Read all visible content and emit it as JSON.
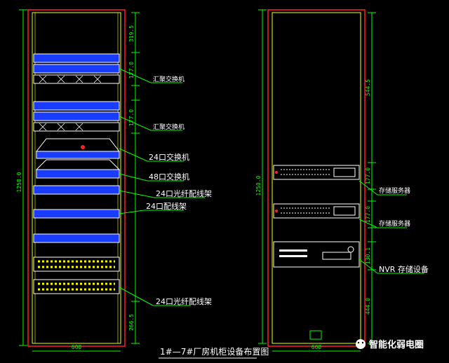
{
  "left_cabinet": {
    "height_dim": "1250.0",
    "width_dim": "600",
    "dims": [
      "319.5",
      "177.0",
      "177.0",
      "266.5"
    ],
    "labels": {
      "l1": "汇聚交换机",
      "l2": "汇聚交换机",
      "l3": "24口交换机",
      "l4": "48口交换机",
      "l5": "24口光纤配线架",
      "l6": "24口配线架",
      "l7": "24口光纤配线架"
    }
  },
  "right_cabinet": {
    "height_dim": "1250.0",
    "width_dim": "600",
    "dims": [
      "544.5",
      "177.0",
      "177.0",
      "130.1",
      "444.0"
    ],
    "labels": {
      "r1": "存储服务器",
      "r2": "存储服务器",
      "r3": "NVR 存储设备"
    }
  },
  "title": "1#—7#厂房机柜设备布置图",
  "watermark": "智能化弱电圈",
  "colors": {
    "frame": "#ff2020",
    "device": "#ffffff",
    "dim": "#00ff00",
    "rail": "#ffff00",
    "fill_blue": "#1a3cff"
  }
}
